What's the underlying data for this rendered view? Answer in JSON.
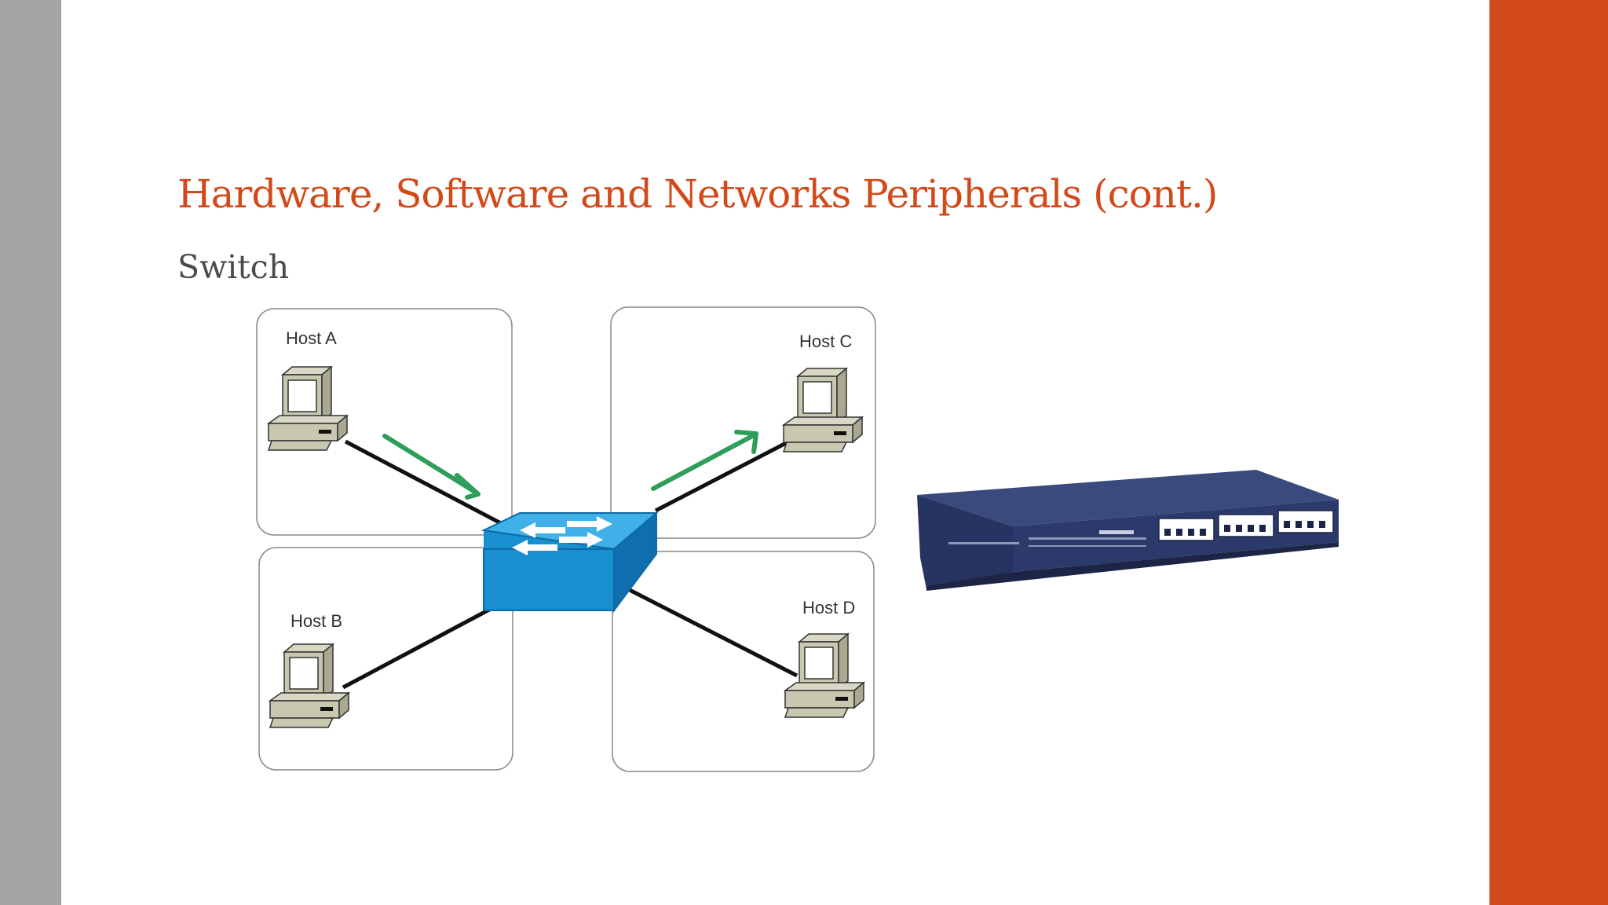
{
  "slide": {
    "title": "Hardware, Software and Networks Peripherals (cont.)",
    "subtitle": "Switch",
    "colors": {
      "accent": "#d24a1a",
      "side_bar": "#a6a3a4",
      "switch_blue": "#1a8fd0",
      "arrow_green": "#2e9e5a",
      "device_navy": "#2b3a6b"
    }
  },
  "diagram": {
    "hosts": [
      {
        "label": "Host A"
      },
      {
        "label": "Host B"
      },
      {
        "label": "Host C"
      },
      {
        "label": "Host D"
      }
    ]
  },
  "icons": [
    "computer-icon",
    "switch-icon",
    "arrow-icon",
    "network-switch-photo"
  ]
}
